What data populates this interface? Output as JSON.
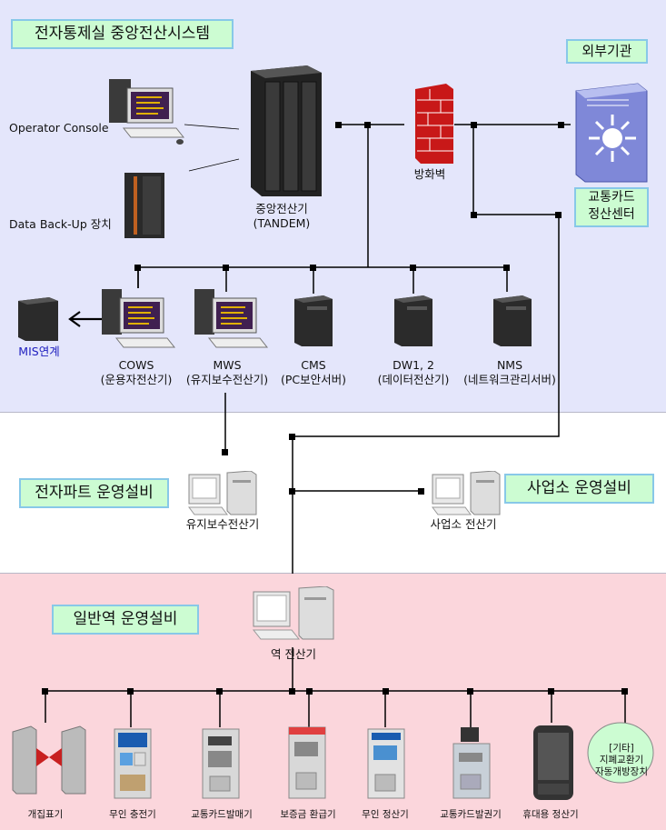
{
  "sections": {
    "top_title": "전자통제실 중앙전산시스템",
    "external_title": "외부기관",
    "electronics_part_title": "전자파트 운영설비",
    "office_title": "사업소 운영설비",
    "station_title": "일반역 운영설비"
  },
  "top": {
    "operator_console": "Operator Console",
    "data_backup": "Data Back-Up 장치",
    "central_line1": "중앙전산기",
    "central_line2": "(TANDEM)",
    "firewall": "방화벽",
    "card_center_line1": "교통카드",
    "card_center_line2": "정산센터",
    "mis_link": "MIS연계"
  },
  "servers": [
    {
      "name": "COWS",
      "desc": "(운용자전산기)"
    },
    {
      "name": "MWS",
      "desc": "(유지보수전산기)"
    },
    {
      "name": "CMS",
      "desc": "(PC보안서버)"
    },
    {
      "name": "DW1, 2",
      "desc": "(데이터전산기)"
    },
    {
      "name": "NMS",
      "desc": "(네트워크관리서버)"
    }
  ],
  "middle": {
    "maintenance_pc": "유지보수전산기",
    "office_pc": "사업소 전산기"
  },
  "station": {
    "station_pc": "역 전산기",
    "devices": [
      "개집표기",
      "무인 충전기",
      "교통카드발매기",
      "보증금 환급기",
      "무인 정산기",
      "교통카드발권기",
      "휴대용 정산기"
    ],
    "other_line1": "[기타]",
    "other_line2": "지폐교환기",
    "other_line3": "자동개방장치"
  },
  "colors": {
    "top_band": "#e4e6fb",
    "bottom_band": "#fbd6dc",
    "title_fill": "#ccfcd2",
    "title_border": "#88c8e8",
    "mis_text": "#2020c0",
    "firewall": "#d02020"
  }
}
